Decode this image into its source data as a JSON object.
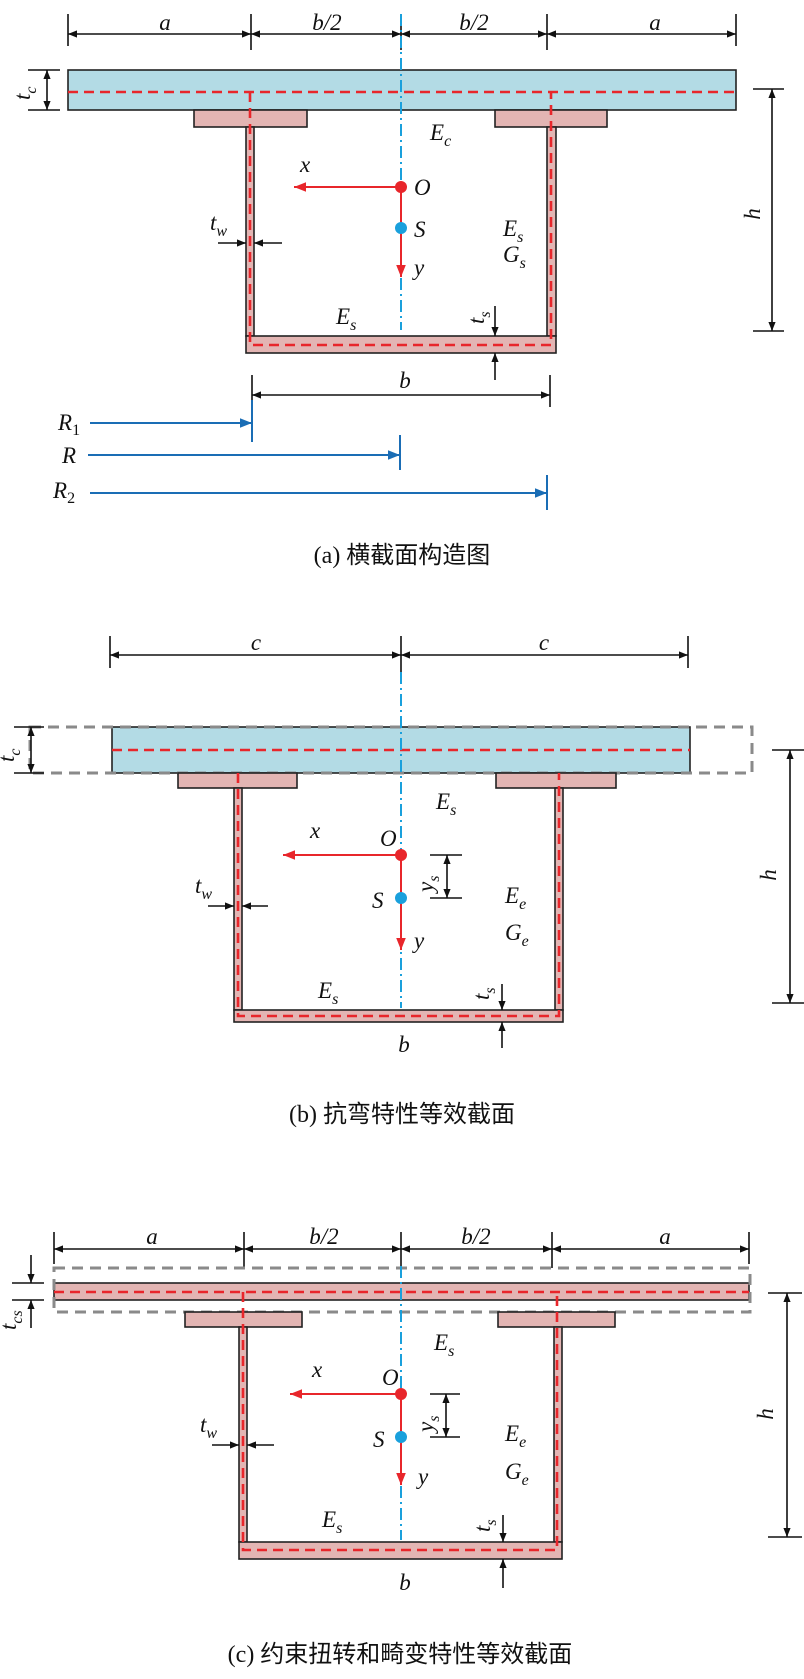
{
  "colors": {
    "concrete": "#b3dbe5",
    "steel": "#e3b5b3",
    "centerline": "#e8262b",
    "axis": "#1aa0dc",
    "radius": "#1a6db5",
    "equivalent_boundary": "#8a8a8a"
  },
  "panel_a": {
    "caption": "(a) 横截面构造图",
    "dims": [
      "a",
      "b/2",
      "b/2",
      "a"
    ],
    "tc": {
      "m": "t",
      "s": "c"
    },
    "h": "h",
    "b": "b",
    "Ec": {
      "m": "E",
      "s": "c"
    },
    "Es_web": {
      "m": "E",
      "s": "s"
    },
    "Gs": {
      "m": "G",
      "s": "s"
    },
    "Es_bot": {
      "m": "E",
      "s": "s"
    },
    "tw": {
      "m": "t",
      "s": "w"
    },
    "ts": {
      "m": "t",
      "s": "s"
    },
    "O": "O",
    "S": "S",
    "x": "x",
    "y": "y",
    "R1": {
      "m": "R",
      "s": "1"
    },
    "R": "R",
    "R2": {
      "m": "R",
      "s": "2"
    }
  },
  "panel_b": {
    "caption": "(b) 抗弯特性等效截面",
    "dims": [
      "c",
      "c"
    ],
    "tc": {
      "m": "t",
      "s": "c"
    },
    "h": "h",
    "b": "b",
    "Es_top": {
      "m": "E",
      "s": "s"
    },
    "Ee": {
      "m": "E",
      "s": "e"
    },
    "Ge": {
      "m": "G",
      "s": "e"
    },
    "Es_bot": {
      "m": "E",
      "s": "s"
    },
    "tw": {
      "m": "t",
      "s": "w"
    },
    "ts": {
      "m": "t",
      "s": "s"
    },
    "ys": {
      "m": "y",
      "s": "s"
    },
    "O": "O",
    "S": "S",
    "x": "x",
    "y": "y"
  },
  "panel_c": {
    "caption": "(c) 约束扭转和畸变特性等效截面",
    "dims": [
      "a",
      "b/2",
      "b/2",
      "a"
    ],
    "tcs": {
      "m": "t",
      "s": "cs"
    },
    "h": "h",
    "b": "b",
    "Es_top": {
      "m": "E",
      "s": "s"
    },
    "Ee": {
      "m": "E",
      "s": "e"
    },
    "Ge": {
      "m": "G",
      "s": "e"
    },
    "Es_bot": {
      "m": "E",
      "s": "s"
    },
    "tw": {
      "m": "t",
      "s": "w"
    },
    "ts": {
      "m": "t",
      "s": "s"
    },
    "ys": {
      "m": "y",
      "s": "s"
    },
    "O": "O",
    "S": "S",
    "x": "x",
    "y": "y"
  }
}
